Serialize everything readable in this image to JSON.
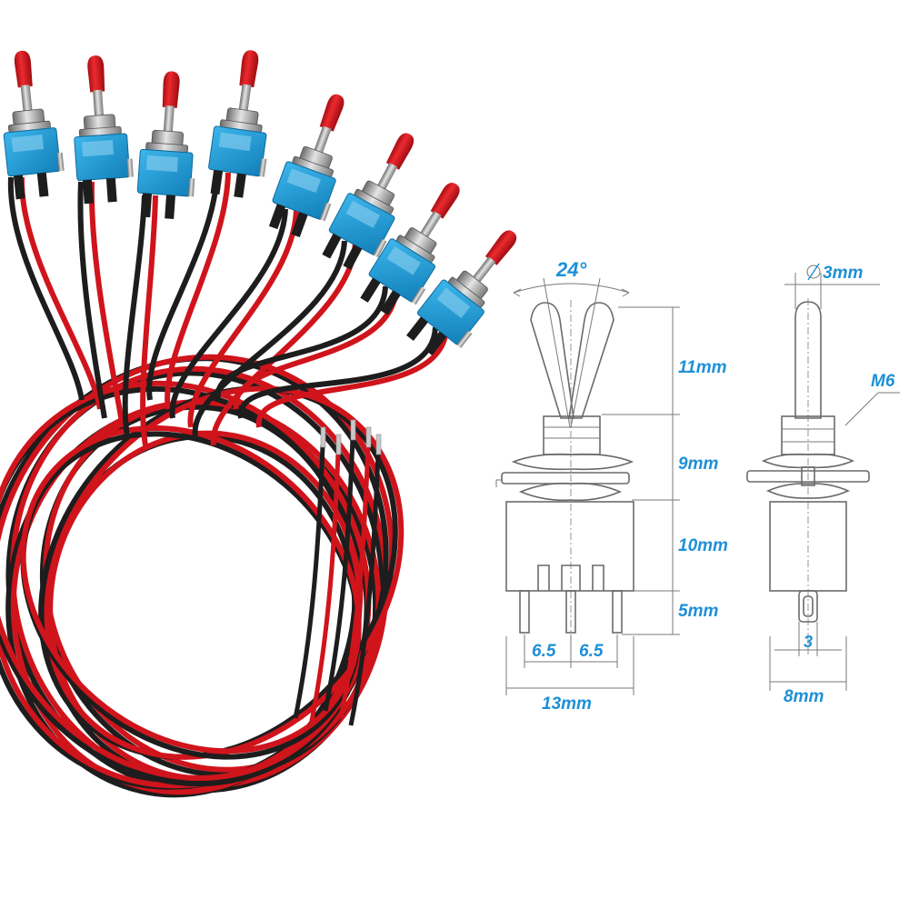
{
  "product": {
    "switch_count": 8,
    "colors": {
      "lever_cap": "#d9141b",
      "body": "#1e9fd8",
      "wire_red": "#d0141c",
      "wire_black": "#1d1d1d",
      "dimension_text": "#1e90d6"
    }
  },
  "front_view": {
    "angle_label": "24°",
    "height_labels": [
      "11mm",
      "9mm",
      "10mm",
      "5mm"
    ],
    "pitch_labels": [
      "6.5",
      "6.5"
    ],
    "width_label": "13mm"
  },
  "side_view": {
    "diameter_label": "3mm",
    "thread_label": "M6",
    "pin_label": "3",
    "width_label": "8mm"
  }
}
